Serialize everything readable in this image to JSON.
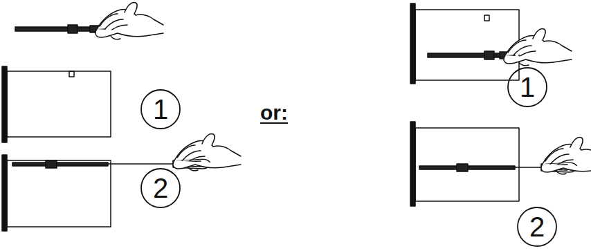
{
  "diagram": {
    "labels": [
      "1",
      "2",
      "or:",
      "1",
      "2"
    ]
  }
}
